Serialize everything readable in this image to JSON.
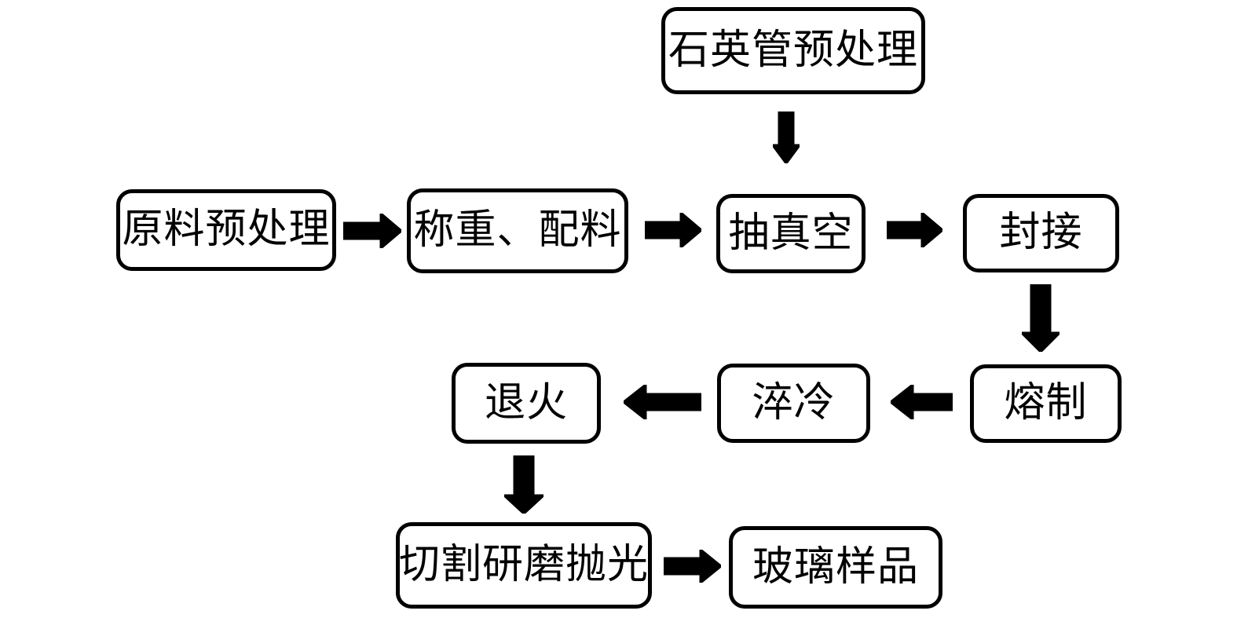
{
  "flowchart": {
    "background_color": "#ffffff",
    "box_border_color": "#000000",
    "box_fill_color": "#ffffff",
    "arrow_color": "#000000",
    "text_color": "#000000",
    "nodes": [
      {
        "id": "quartz",
        "label": "石英管预处理"
      },
      {
        "id": "raw",
        "label": "原料预处理"
      },
      {
        "id": "weigh",
        "label": "称重、配料"
      },
      {
        "id": "vacuum",
        "label": "抽真空"
      },
      {
        "id": "seal",
        "label": "封接"
      },
      {
        "id": "melt",
        "label": "熔制"
      },
      {
        "id": "quench",
        "label": "淬冷"
      },
      {
        "id": "anneal",
        "label": "退火"
      },
      {
        "id": "cut",
        "label": "切割研磨抛光"
      },
      {
        "id": "sample",
        "label": "玻璃样品"
      }
    ],
    "edges": [
      {
        "from": "原料预处理",
        "to": "称重、配料",
        "direction": "right"
      },
      {
        "from": "称重、配料",
        "to": "抽真空",
        "direction": "right"
      },
      {
        "from": "石英管预处理",
        "to": "抽真空",
        "direction": "down"
      },
      {
        "from": "抽真空",
        "to": "封接",
        "direction": "right"
      },
      {
        "from": "封接",
        "to": "熔制",
        "direction": "down"
      },
      {
        "from": "熔制",
        "to": "淬冷",
        "direction": "left"
      },
      {
        "from": "淬冷",
        "to": "退火",
        "direction": "left"
      },
      {
        "from": "退火",
        "to": "切割研磨抛光",
        "direction": "down"
      },
      {
        "from": "切割研磨抛光",
        "to": "玻璃样品",
        "direction": "right"
      }
    ]
  }
}
